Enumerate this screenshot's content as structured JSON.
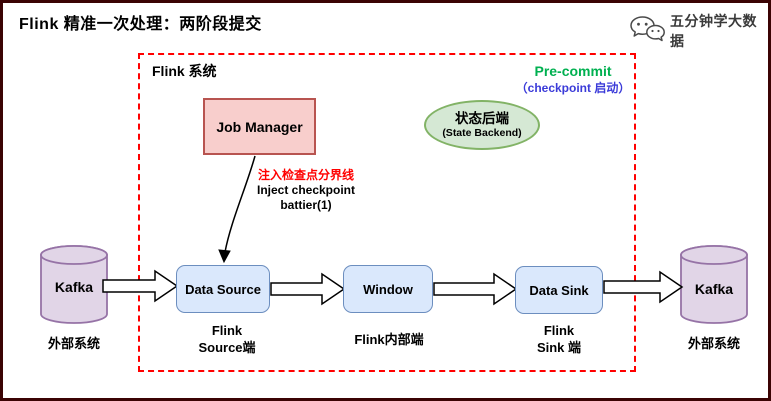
{
  "title": "Flink 精准一次处理：两阶段提交",
  "brand": {
    "name": "五分钟学大数据",
    "icon": "wechat-icon"
  },
  "colors": {
    "outer_border": "#3b0304",
    "system_dashed_border": "#ff0000",
    "pre_commit_green": "#00b050",
    "checkpoint_note_blue": "#3b3bd9",
    "inject_note_red": "#ff0000",
    "job_manager_fill": "#f8cecc",
    "job_manager_border": "#b85450",
    "node_fill": "#dae8fc",
    "node_border": "#6c8ebf",
    "kafka_fill": "#e1d5e7",
    "kafka_border": "#9673a6",
    "state_backend_fill": "#d5e8d4",
    "state_backend_border": "#82b366"
  },
  "system": {
    "label": "Flink 系统",
    "pre_commit": {
      "title": "Pre-commit",
      "subtitle": "（checkpoint 启动）"
    },
    "job_manager": {
      "label": "Job Manager"
    },
    "state_backend": {
      "line1": "状态后端",
      "line2": "(State Backend)"
    },
    "inject_note": {
      "line1": "注入检查点分界线",
      "line2": "Inject checkpoint",
      "line3": "battier(1)"
    },
    "nodes": [
      {
        "label": "Data Source",
        "sub1": "Flink",
        "sub2": "Source端"
      },
      {
        "label": "Window",
        "sub1": "Flink内部端"
      },
      {
        "label": "Data Sink",
        "sub1": "Flink",
        "sub2": "Sink 端"
      }
    ]
  },
  "external": {
    "left": {
      "label": "Kafka",
      "caption": "外部系统"
    },
    "right": {
      "label": "Kafka",
      "caption": "外部系统"
    }
  }
}
